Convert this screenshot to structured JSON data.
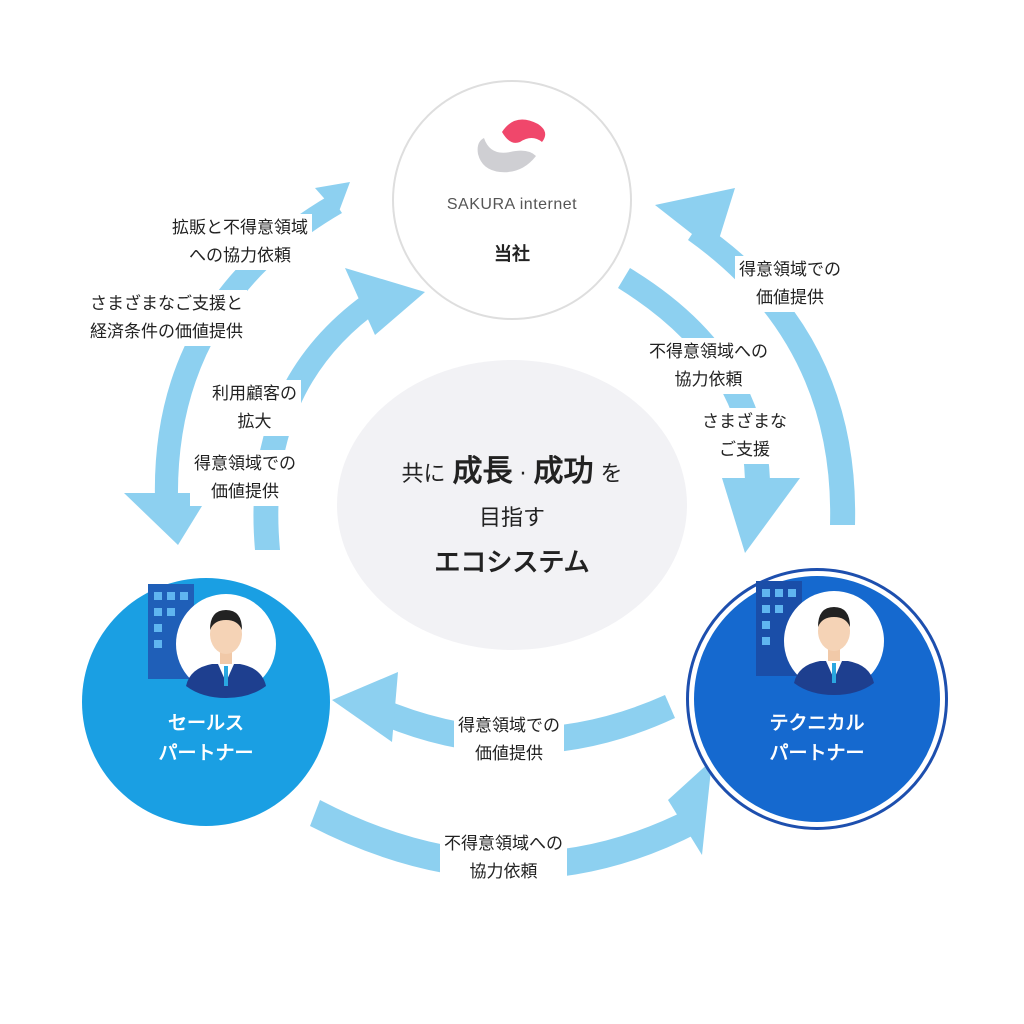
{
  "center": {
    "prefix": "共に",
    "bold1": "成長",
    "dot": "·",
    "bold2": "成功",
    "suffix": "を",
    "line2": "目指す",
    "line3": "エコシステム"
  },
  "top_node": {
    "brand": "SAKURA internet",
    "role": "当社"
  },
  "sales_node": {
    "line1": "セールス",
    "line2": "パートナー"
  },
  "tech_node": {
    "line1": "テクニカル",
    "line2": "パートナー"
  },
  "labels": {
    "left_outer_1": [
      "拡販と不得意領域",
      "への協力依頼"
    ],
    "left_outer_2": [
      "さまざまなご支援と",
      "経済条件の価値提供"
    ],
    "left_inner_1": [
      "利用顧客の",
      "拡大"
    ],
    "left_inner_2": [
      "得意領域での",
      "価値提供"
    ],
    "right_outer": [
      "得意領域での",
      "価値提供"
    ],
    "right_inner_1": [
      "不得意領域への",
      "協力依頼"
    ],
    "right_inner_2": [
      "さまざまな",
      "ご支援"
    ],
    "bottom_upper": [
      "得意領域での",
      "価値提供"
    ],
    "bottom_lower": [
      "不得意領域への",
      "協力依頼"
    ]
  },
  "colors": {
    "arrow": "#8dd0f0",
    "sales": "#1a9fe3",
    "tech": "#1569cf",
    "tech_ring": "#1d4fae",
    "logo_pink": "#f0476b",
    "logo_gray": "#cfcfd3"
  },
  "icons": [
    "building-icon",
    "businessman-icon",
    "sakura-logo-icon"
  ]
}
